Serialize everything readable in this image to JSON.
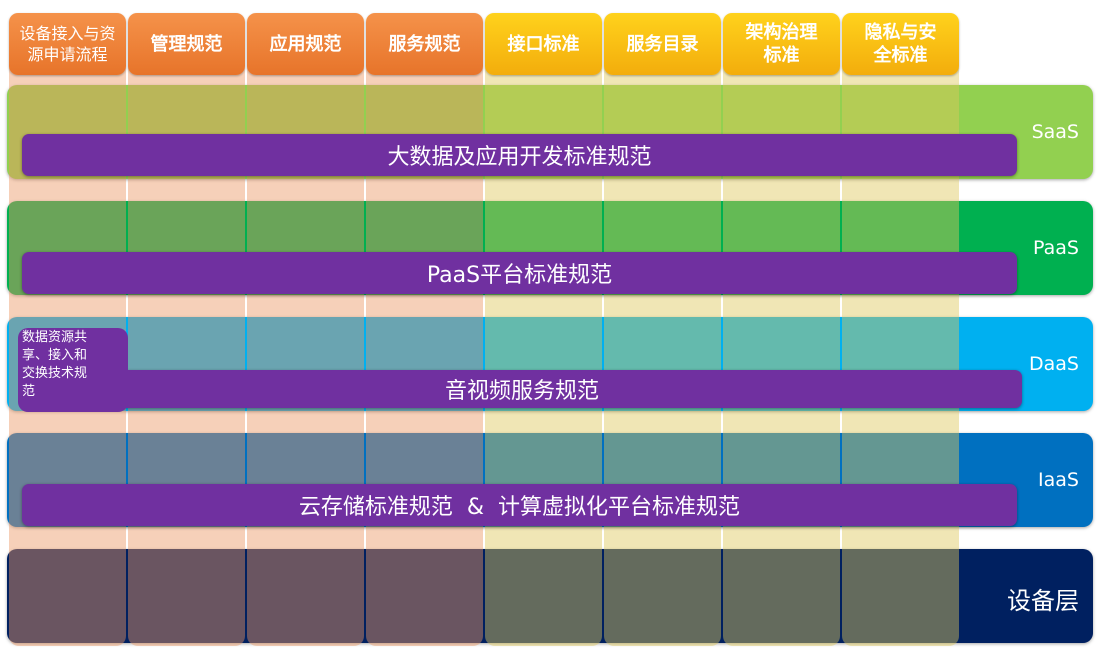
{
  "headers": [
    {
      "label": "设备接入与资\n源申请流程",
      "tone": "orange"
    },
    {
      "label": "管理规范",
      "tone": "orange"
    },
    {
      "label": "应用规范",
      "tone": "orange"
    },
    {
      "label": "服务规范",
      "tone": "orange"
    },
    {
      "label": "接口标准",
      "tone": "yellow"
    },
    {
      "label": "服务目录",
      "tone": "yellow"
    },
    {
      "label": "架构治理\n标准",
      "tone": "yellow"
    },
    {
      "label": "隐私与安\n全标准",
      "tone": "yellow"
    }
  ],
  "layers": [
    {
      "name": "SaaS",
      "color": "#92d050",
      "standard": "大数据及应用开发标准规范"
    },
    {
      "name": "PaaS",
      "color": "#00b050",
      "standard": "PaaS平台标准规范"
    },
    {
      "name": "DaaS",
      "color": "#00b0f0",
      "standard": "音视频服务规范"
    },
    {
      "name": "IaaS",
      "color": "#0070c0",
      "standard": "云存储标准规范  &  计算虚拟化平台标准规范"
    },
    {
      "name": "设备层",
      "color": "#002060"
    }
  ],
  "daas_side_note": "数据资源共\n享、接入和\n交换技术规\n范",
  "colors": {
    "standard_bar": "#7030a0",
    "header_orange": "#ed7d31",
    "header_yellow": "#ffc000"
  }
}
